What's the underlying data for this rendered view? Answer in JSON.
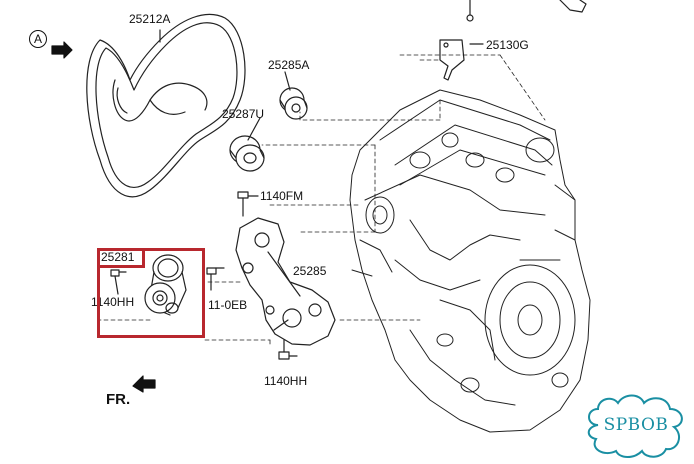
{
  "diagram": {
    "view_marker": "A",
    "front_label": "FR.",
    "watermark": "SPBOB",
    "parts": {
      "belt": "25212A",
      "idler_pulley": "25285A",
      "idler_pulley_upper": "25287U",
      "gasket": "25130G",
      "bolt_top": "1140FM",
      "tensioner": "25281",
      "bolt_left": "1140HH",
      "bolt_mid": "11-0EB",
      "bracket": "25285",
      "bolt_bottom": "1140HH"
    }
  },
  "colors": {
    "line": "#222222",
    "highlight": "#b8282e",
    "watermark": "#1a8fa3"
  }
}
